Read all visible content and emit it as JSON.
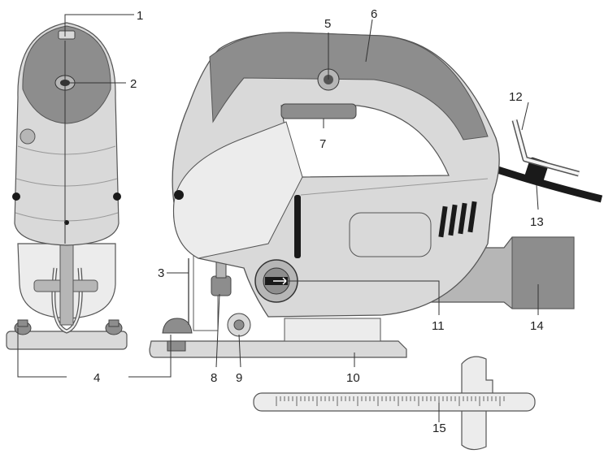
{
  "palette": {
    "dark": "#8d8d8d",
    "medium": "#b6b6b6",
    "light": "#d9d9d9",
    "pale": "#ececec",
    "black": "#1a1a1a",
    "line": "#555555"
  },
  "callouts": {
    "c1": "1",
    "c2": "2",
    "c3": "3",
    "c4": "4",
    "c5": "5",
    "c6": "6",
    "c7": "7",
    "c8": "8",
    "c9": "9",
    "c10": "10",
    "c11": "11",
    "c12": "12",
    "c13": "13",
    "c14": "14",
    "c15": "15"
  }
}
